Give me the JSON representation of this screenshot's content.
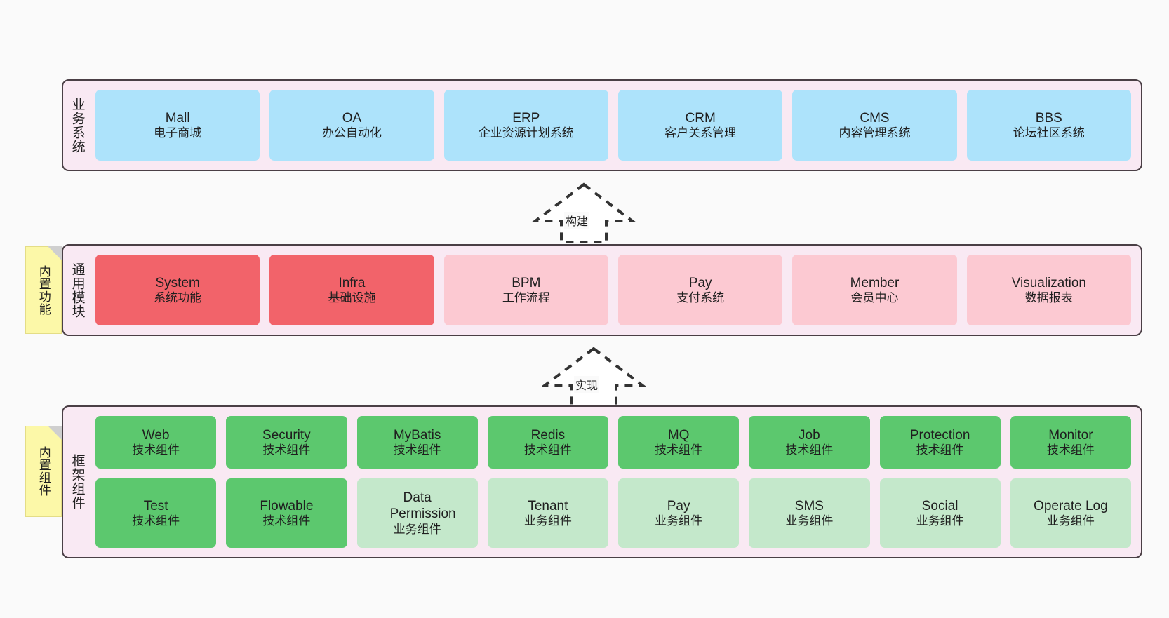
{
  "diagram": {
    "background": "#fafafa",
    "band_fill": "#f9e9f3",
    "band_stroke": "#4a3f45",
    "sticky_fill": "#fcf8a8"
  },
  "sections": [
    {
      "key": "business-systems",
      "label": "业务系统",
      "sticky": null,
      "rows": [
        [
          {
            "en": "Mall",
            "cn": "电子商城",
            "color": "#ade3fb"
          },
          {
            "en": "OA",
            "cn": "办公自动化",
            "color": "#ade3fb"
          },
          {
            "en": "ERP",
            "cn": "企业资源计划系统",
            "color": "#ade3fb"
          },
          {
            "en": "CRM",
            "cn": "客户关系管理",
            "color": "#ade3fb"
          },
          {
            "en": "CMS",
            "cn": "内容管理系统",
            "color": "#ade3fb"
          },
          {
            "en": "BBS",
            "cn": "论坛社区系统",
            "color": "#ade3fb"
          }
        ]
      ]
    },
    {
      "key": "common-modules",
      "label": "通用模块",
      "sticky": "内置功能",
      "rows": [
        [
          {
            "en": "System",
            "cn": "系统功能",
            "color": "#f2636a"
          },
          {
            "en": "Infra",
            "cn": "基础设施",
            "color": "#f2636a"
          },
          {
            "en": "BPM",
            "cn": "工作流程",
            "color": "#fcc9d2"
          },
          {
            "en": "Pay",
            "cn": "支付系统",
            "color": "#fcc9d2"
          },
          {
            "en": "Member",
            "cn": "会员中心",
            "color": "#fcc9d2"
          },
          {
            "en": "Visualization",
            "cn": "数据报表",
            "color": "#fcc9d2"
          }
        ]
      ]
    },
    {
      "key": "framework-components",
      "label": "框架组件",
      "sticky": "内置组件",
      "rows": [
        [
          {
            "en": "Web",
            "cn": "技术组件",
            "color": "#5cc86e"
          },
          {
            "en": "Security",
            "cn": "技术组件",
            "color": "#5cc86e"
          },
          {
            "en": "MyBatis",
            "cn": "技术组件",
            "color": "#5cc86e"
          },
          {
            "en": "Redis",
            "cn": "技术组件",
            "color": "#5cc86e"
          },
          {
            "en": "MQ",
            "cn": "技术组件",
            "color": "#5cc86e"
          },
          {
            "en": "Job",
            "cn": "技术组件",
            "color": "#5cc86e"
          },
          {
            "en": "Protection",
            "cn": "技术组件",
            "color": "#5cc86e"
          },
          {
            "en": "Monitor",
            "cn": "技术组件",
            "color": "#5cc86e"
          }
        ],
        [
          {
            "en": "Test",
            "cn": "技术组件",
            "color": "#5cc86e"
          },
          {
            "en": "Flowable",
            "cn": "技术组件",
            "color": "#5cc86e"
          },
          {
            "en": "Data Permission",
            "cn": "业务组件",
            "color": "#c4e8cb"
          },
          {
            "en": "Tenant",
            "cn": "业务组件",
            "color": "#c4e8cb"
          },
          {
            "en": "Pay",
            "cn": "业务组件",
            "color": "#c4e8cb"
          },
          {
            "en": "SMS",
            "cn": "业务组件",
            "color": "#c4e8cb"
          },
          {
            "en": "Social",
            "cn": "业务组件",
            "color": "#c4e8cb"
          },
          {
            "en": "Operate Log",
            "cn": "业务组件",
            "color": "#c4e8cb"
          }
        ]
      ]
    }
  ],
  "arrows": [
    {
      "key": "build",
      "label": "构建"
    },
    {
      "key": "implement",
      "label": "实现"
    }
  ]
}
